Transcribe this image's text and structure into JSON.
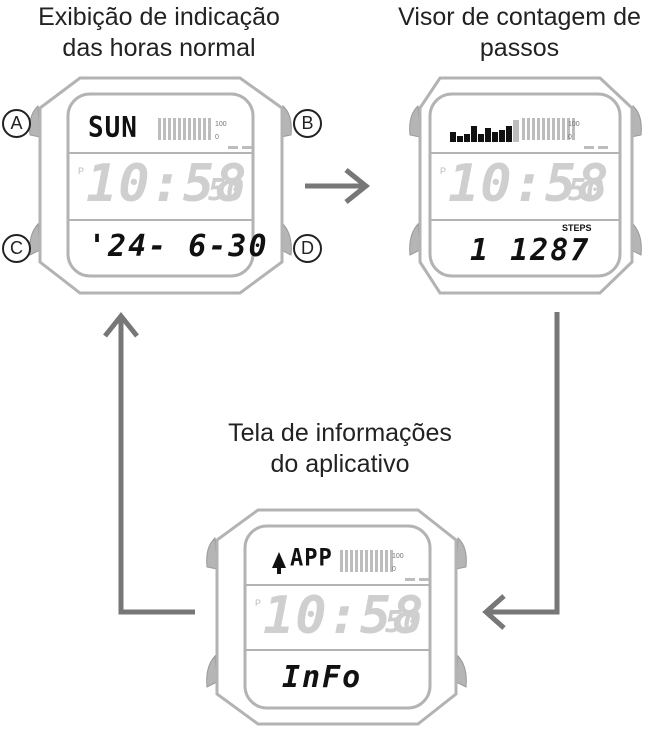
{
  "captions": {
    "normal_time": [
      "Exibição de indicação",
      "das horas normal"
    ],
    "step_count": [
      "Visor de contagem de",
      "passos"
    ],
    "app_info": [
      "Tela de informações",
      "do aplicativo"
    ]
  },
  "buttons": {
    "a": "A",
    "b": "B",
    "c": "C",
    "d": "D"
  },
  "watch_normal": {
    "top": "SUN",
    "time": "10:58",
    "seconds": "50",
    "pm": "P",
    "bottom": "'24- 6-30",
    "gauge_max": "100",
    "gauge_min": "0"
  },
  "watch_steps": {
    "time": "10:58",
    "seconds": "50",
    "pm": "P",
    "steps_label": "STEPS",
    "bottom": "1 1287",
    "gauge_max": "100",
    "gauge_min": "0"
  },
  "watch_app": {
    "top": "APP",
    "time": "10:58",
    "seconds": "50",
    "pm": "P",
    "bottom": "InFo",
    "gauge_max": "100",
    "gauge_min": "0"
  },
  "colors": {
    "outline": "#b3b3b3",
    "button": "#b5b5b5",
    "arrow": "#777777",
    "lcd_dim": "#cfcfcf"
  }
}
